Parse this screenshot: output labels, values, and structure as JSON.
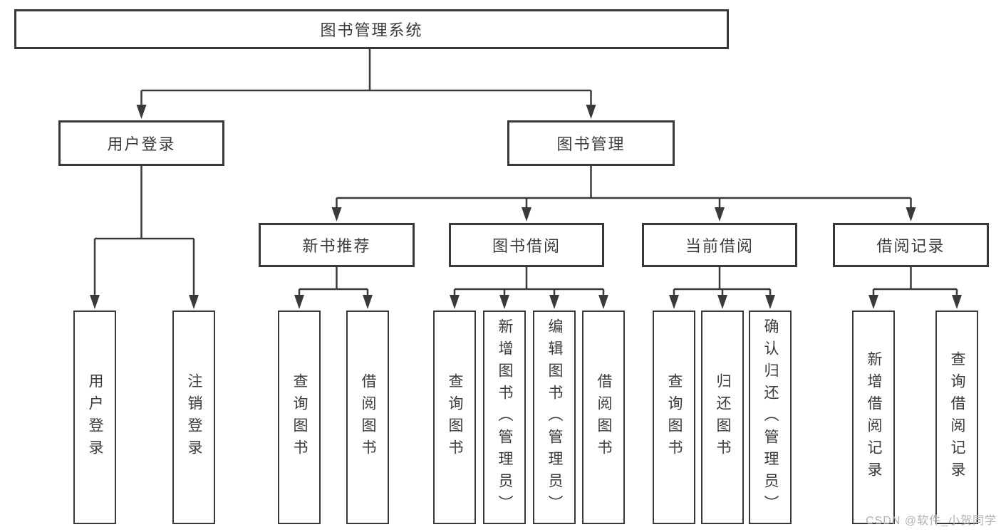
{
  "diagram": {
    "root": {
      "label": "图书管理系统"
    },
    "level2": [
      {
        "id": "user-login",
        "label": "用户登录"
      },
      {
        "id": "book-management",
        "label": "图书管理"
      }
    ],
    "level3": [
      {
        "id": "new-book-recommend",
        "label": "新书推荐"
      },
      {
        "id": "book-borrowing",
        "label": "图书借阅"
      },
      {
        "id": "current-borrowing",
        "label": "当前借阅"
      },
      {
        "id": "borrowing-records",
        "label": "借阅记录"
      }
    ],
    "leaves": {
      "user_login": [
        "用户登录",
        "注销登录"
      ],
      "new_book_recommend": [
        "查询图书",
        "借阅图书"
      ],
      "book_borrowing": [
        "查询图书",
        "新增图书（管理员）",
        "编辑图书（管理员）",
        "借阅图书"
      ],
      "current_borrowing": [
        "查询图书",
        "归还图书",
        "确认归还（管理员）"
      ],
      "borrowing_records": [
        "新增借阅记录",
        "查询借阅记录"
      ]
    },
    "colors": {
      "line": "#3a3a3a",
      "text": "#3b3b3b",
      "box_background": "#ffffff",
      "watermark": "#b0b0b0"
    },
    "watermark": "CSDN @软件_小贺同学"
  }
}
